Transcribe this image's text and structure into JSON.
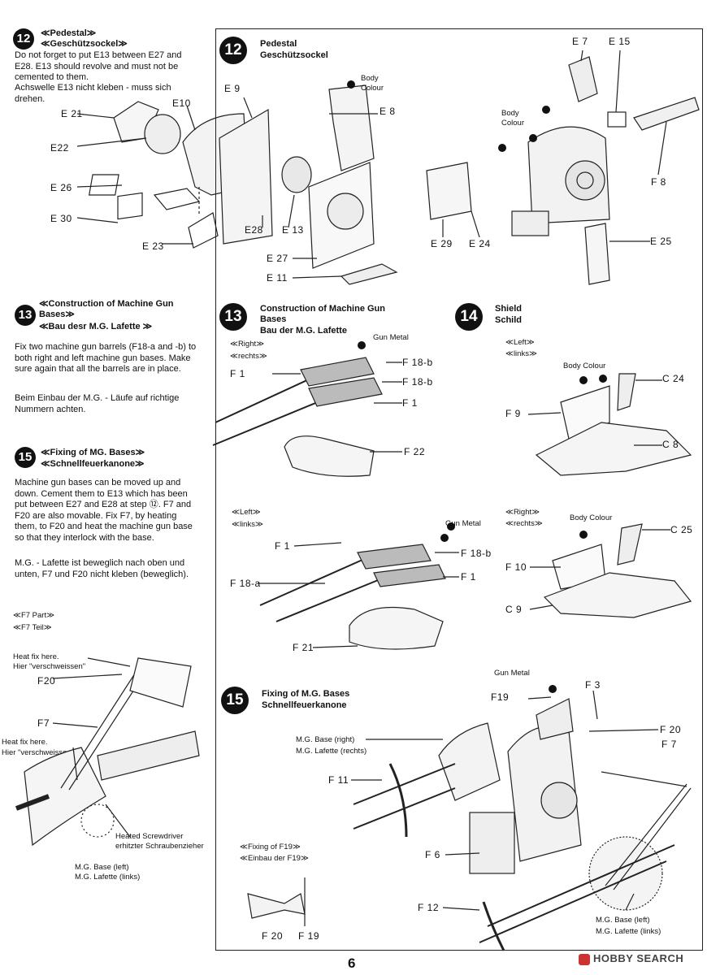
{
  "left": {
    "s12": {
      "num": "12",
      "title_en": "≪Pedestal≫",
      "title_de": "≪Geschützsockel≫",
      "en": "Do not forget to put E13 between E27 and E28. E13 should revolve and must not be cemented to them.",
      "de": "Achswelle E13 nicht kleben - muss sich drehen."
    },
    "s13": {
      "num": "13",
      "title_en": "≪Construction of Machine Gun Bases≫",
      "title_de": "≪Bau desr M.G. Lafette ≫",
      "en": "Fix two machine gun barrels (F18-a and -b) to both right and left machine gun bases. Make sure again that all the barrels are in place.",
      "de": "Beim Einbau der M.G. - Läufe auf richtige Nummern achten."
    },
    "s15": {
      "num": "15",
      "title_en": "≪Fixing of MG. Bases≫",
      "title_de": "≪Schnellfeuerkanone≫",
      "en": "Machine gun bases can be moved up and down. Cement them to E13 which has been put between E27 and E28 at step ⑫. F7 and F20 are also movable. Fix F7, by heating them, to F20 and heat the machine gun base so that they interlock with the base.",
      "de": "M.G. - Lafette ist beweglich nach oben und unten, F7 und F20 nicht kleben (beweglich)."
    },
    "f7part": {
      "en": "≪F7 Part≫",
      "de": "≪F7 Teil≫",
      "heat1_en": "Heat fix here.",
      "heat1_de": "Hier \"verschweissen\"",
      "heat2_en": "Heat fix here.",
      "heat2_de": "Hier \"verschweissen\"",
      "screwdriver_en": "Heated Screwdriver",
      "screwdriver_de": "erhitzter Schraubenzieher",
      "base_en": "M.G. Base (left)",
      "base_de": "M.G. Lafette (links)",
      "f20": "F20",
      "f7": "F7"
    },
    "parts12": {
      "e21": "E 21",
      "e22": "E22",
      "e26": "E 26",
      "e30": "E 30",
      "e23": "E 23",
      "e10": "E10"
    }
  },
  "panel": {
    "s12": {
      "num": "12",
      "title_en": "Pedestal",
      "title_de": "Geschützsockel",
      "body_colour": "Body\nColour",
      "body_colour2": "Body\nColour",
      "parts": {
        "e9": "E 9",
        "e8": "E 8",
        "e28": "E28",
        "e13": "E 13",
        "e27": "E 27",
        "e11": "E 11",
        "e7": "E 7",
        "e15": "E 15",
        "f8": "F 8",
        "e29": "E 29",
        "e24": "E 24",
        "e25": "E 25"
      }
    },
    "s13": {
      "num": "13",
      "title_en": "Construction of Machine Gun Bases",
      "title_de": "Bau der M.G. Lafette",
      "right_en": "≪Right≫",
      "right_de": "≪rechts≫",
      "left_en": "≪Left≫",
      "left_de": "≪links≫",
      "gun_metal": "Gun Metal",
      "gun_metal2": "Gun Metal",
      "parts": {
        "f1a": "F 1",
        "f18b1": "F 18-b",
        "f18b2": "F 18-b",
        "f1b": "F 1",
        "f22": "F 22",
        "f1c": "F 1",
        "f18b3": "F 18-b",
        "f18a": "F 18-a",
        "f1d": "F 1",
        "f21": "F 21"
      }
    },
    "s14": {
      "num": "14",
      "title_en": "Shield",
      "title_de": "Schild",
      "left_en": "≪Left≫",
      "left_de": "≪links≫",
      "right_en": "≪Right≫",
      "right_de": "≪rechts≫",
      "body_colour": "Body Colour",
      "body_colour2": "Body Colour",
      "parts": {
        "c24": "C 24",
        "f9": "F 9",
        "c8": "C 8",
        "c25": "C 25",
        "f10": "F 10",
        "c9": "C 9"
      }
    },
    "s15": {
      "num": "15",
      "title_en": "Fixing of M.G. Bases",
      "title_de": "Schnellfeuerkanone",
      "gun_metal": "Gun Metal",
      "base_right_en": "M.G. Base (right)",
      "base_right_de": "M.G. Lafette (rechts)",
      "base_left_en": "M.G. Base (left)",
      "base_left_de": "M.G. Lafette (links)",
      "fixing_en": "≪Fixing of F19≫",
      "fixing_de": "≪Einbau der F19≫",
      "parts": {
        "f19": "F19",
        "f3": "F 3",
        "f20": "F 20",
        "f7": "F 7",
        "f11": "F 11",
        "f6": "F 6",
        "f12": "F 12",
        "f20b": "F 20",
        "f19b": "F 19"
      }
    }
  },
  "footer": {
    "page": "6",
    "watermark": "HOBBY SEARCH"
  }
}
